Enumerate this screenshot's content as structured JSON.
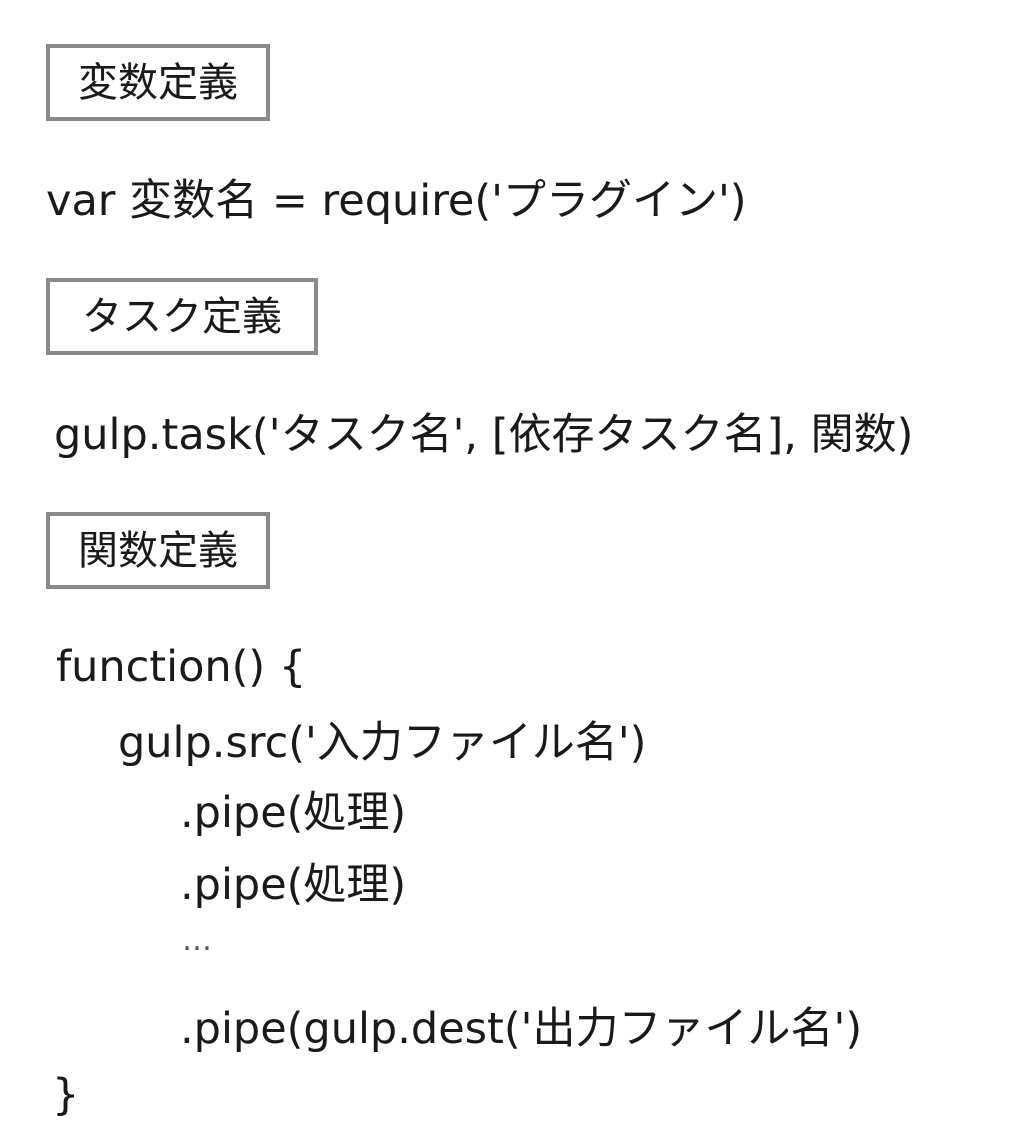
{
  "sections": {
    "variable": {
      "heading": "変数定義",
      "code": "var 変数名 = require('プラグイン')"
    },
    "task": {
      "heading": "タスク定義",
      "code": "gulp.task('タスク名', [依存タスク名], 関数)"
    },
    "function": {
      "heading": "関数定義",
      "lines": [
        "function() {",
        "gulp.src('入力ファイル名')",
        ".pipe(処理)",
        ".pipe(処理)",
        "…",
        ".pipe(gulp.dest('出力ファイル名')",
        "}"
      ]
    }
  }
}
